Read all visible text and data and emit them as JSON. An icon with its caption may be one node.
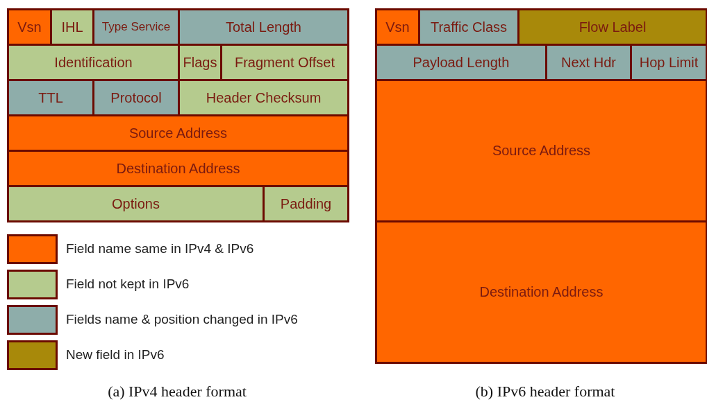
{
  "diagram": {
    "nodes": [
      {
        "text": [
          "Vsn"
        ]
      },
      {
        "text": [
          "IHL"
        ]
      },
      {
        "text": [
          "Type Service"
        ]
      },
      {
        "text": [
          "Total Length"
        ]
      },
      {
        "text": [
          "Identification"
        ]
      },
      {
        "text": [
          "Flags"
        ]
      },
      {
        "text": [
          "Fragment Offset"
        ]
      },
      {
        "text": [
          "TTL"
        ]
      },
      {
        "text": [
          "Protocol"
        ]
      },
      {
        "text": [
          "Header Checksum"
        ]
      },
      {
        "text": [
          "Source Address"
        ]
      },
      {
        "text": [
          "Destination Address"
        ]
      },
      {
        "text": [
          "Options"
        ]
      },
      {
        "text": [
          "Padding"
        ]
      },
      {
        "text": [
          "Vsn"
        ]
      },
      {
        "text": [
          "Traffic Class"
        ]
      },
      {
        "text": [
          "Flow Label"
        ]
      },
      {
        "text": [
          "Payload Length"
        ]
      },
      {
        "text": [
          "Next Hdr"
        ]
      },
      {
        "text": [
          "Hop Limit"
        ]
      },
      {
        "text": [
          "Source Address"
        ]
      },
      {
        "text": [
          "Destination Address"
        ]
      }
    ],
    "labels": [
      "(a) IPv4 header format",
      "(b) IPv6 header format"
    ],
    "legend": [
      {
        "text": "Field name same in IPv4 & IPv6",
        "color": "#ff6600"
      },
      {
        "text": "Field not kept in IPv6",
        "color": "#b5cb8e"
      },
      {
        "text": "Fields name & position changed in IPv6",
        "color": "#8eadaa"
      },
      {
        "text": "New field in IPv6",
        "color": "#a8890a"
      }
    ]
  }
}
